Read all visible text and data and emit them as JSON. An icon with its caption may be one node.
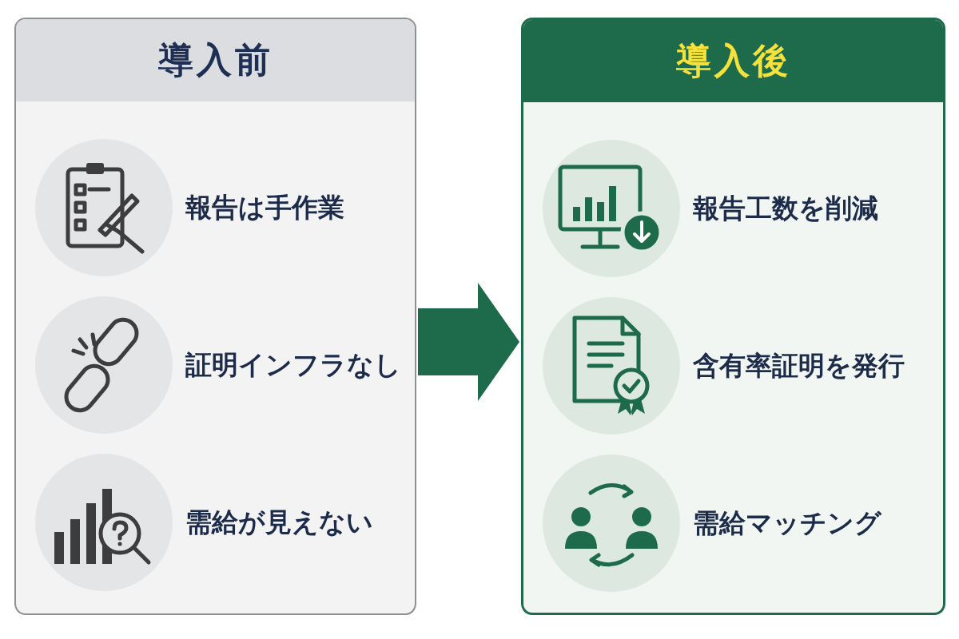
{
  "diagram": {
    "nodes": [
      {
        "text": [
          "導入前"
        ]
      },
      {
        "text": [
          "報告は手作業"
        ],
        "in": 0
      },
      {
        "text": [
          "証明インフラなし"
        ],
        "in": 0
      },
      {
        "text": [
          "需給が見えない"
        ],
        "in": 0
      },
      {
        "text": [
          "導入後"
        ]
      },
      {
        "text": [
          "報告工数を削減"
        ],
        "in": 4
      },
      {
        "text": [
          "含有率証明を発行"
        ],
        "in": 4
      },
      {
        "text": [
          "需給マッチング"
        ],
        "in": 4
      }
    ],
    "edges": [
      {
        "from": 0,
        "to": 4,
        "arrow": "to"
      }
    ]
  }
}
